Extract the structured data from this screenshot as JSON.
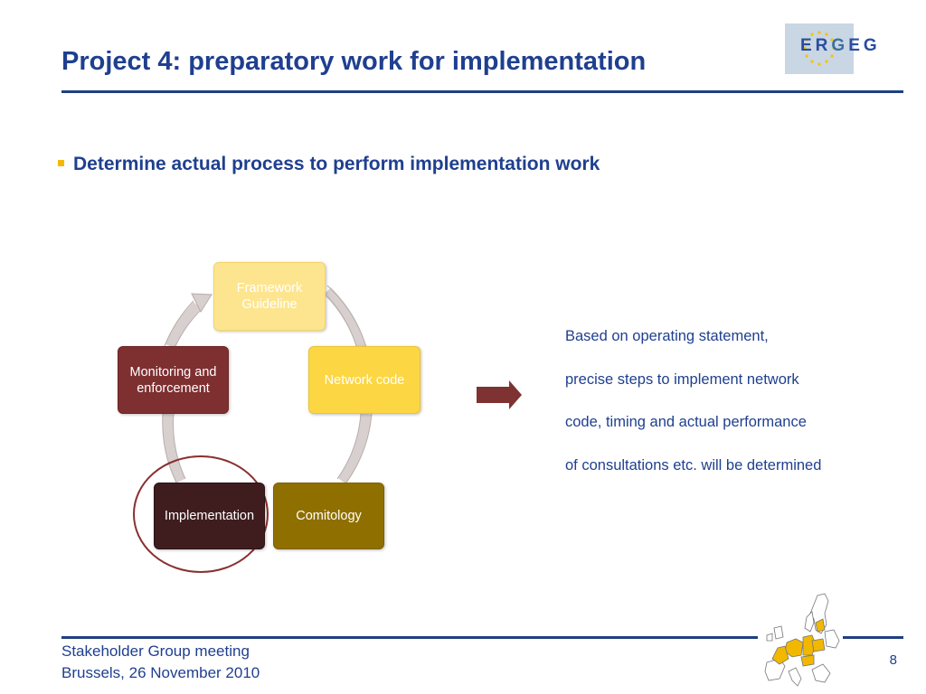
{
  "slide": {
    "title": "Project 4: preparatory work for implementation",
    "bullet": "Determine actual process to perform implementation work",
    "logo_text": {
      "part1": "ER",
      "part2": "G",
      "part3": "EG"
    }
  },
  "cycle": {
    "nodes": [
      {
        "label": "Framework Guideline",
        "color": "#fde58f"
      },
      {
        "label": "Network code",
        "color": "#fcd643"
      },
      {
        "label": "Comitology",
        "color": "#8f6f00"
      },
      {
        "label": "Implementation",
        "color": "#3f1d1f",
        "highlighted": true
      },
      {
        "label": "Monitoring and enforcement",
        "color": "#7e2f30"
      }
    ]
  },
  "note_lines": [
    "Based on operating statement,",
    "precise steps to implement network",
    "code, timing and actual performance",
    "of consultations etc. will be determined"
  ],
  "footer": {
    "line1": "Stakeholder Group meeting",
    "line2": "Brussels, 26 November 2010",
    "page": "8"
  },
  "colors": {
    "title": "#1f3f8f",
    "rule": "#1f3f7f",
    "bullet_mark": "#f5b800",
    "arrow": "#7e3232",
    "highlight_ring": "#8a3030",
    "map_highlight": "#f2b800"
  }
}
